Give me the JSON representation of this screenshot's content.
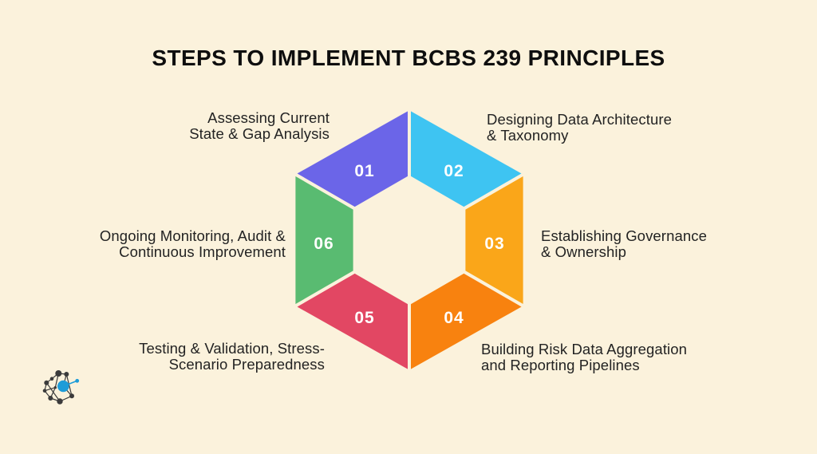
{
  "page": {
    "background_color": "#FBF2DC",
    "title": "STEPS TO IMPLEMENT BCBS 239 PRINCIPLES",
    "title_color": "#0E0E0E"
  },
  "steps": [
    {
      "num": "01",
      "color": "#6B65E8",
      "line1": "Assessing Current",
      "line2": "State & Gap Analysis"
    },
    {
      "num": "02",
      "color": "#3EC4F2",
      "line1": "Designing Data Architecture",
      "line2": "& Taxonomy"
    },
    {
      "num": "03",
      "color": "#FAA619",
      "line1": "Establishing Governance",
      "line2": "& Ownership"
    },
    {
      "num": "04",
      "color": "#F8820F",
      "line1": "Building Risk Data Aggregation",
      "line2": "and Reporting Pipelines"
    },
    {
      "num": "05",
      "color": "#E24763",
      "line1": "Testing & Validation, Stress-",
      "line2": "Scenario Preparedness"
    },
    {
      "num": "06",
      "color": "#59BB71",
      "line1": "Ongoing Monitoring, Audit &",
      "line2": "Continuous Improvement"
    }
  ],
  "logo": {
    "name": "network-graph-logo",
    "node_color": "#3B3B3B",
    "accent_color": "#1D9CD8"
  }
}
